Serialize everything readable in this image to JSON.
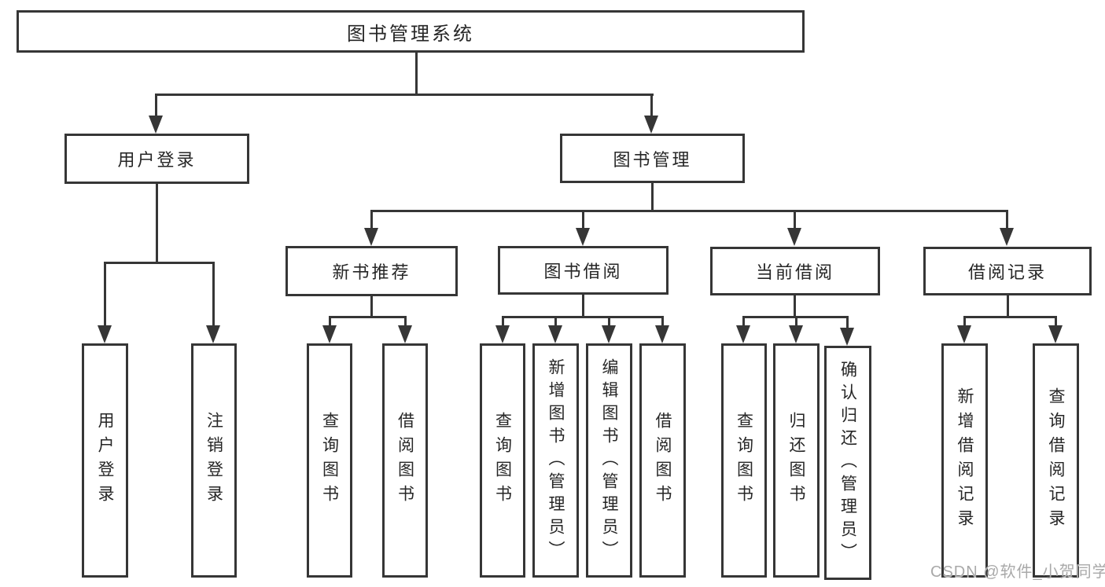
{
  "diagram": {
    "root": {
      "label": "图书管理系统"
    },
    "user_login": {
      "label": "用户登录",
      "children": [
        "用户登录",
        "注销登录"
      ]
    },
    "book_management": {
      "label": "图书管理",
      "sections": [
        {
          "label": "新书推荐",
          "children": [
            "查询图书",
            "借阅图书"
          ]
        },
        {
          "label": "图书借阅",
          "children": [
            "查询图书",
            "新增图书（管理员）",
            "编辑图书（管理员）",
            "借阅图书"
          ]
        },
        {
          "label": "当前借阅",
          "children": [
            "查询图书",
            "归还图书",
            "确认归还（管理员）"
          ]
        },
        {
          "label": "借阅记录",
          "children": [
            "新增借阅记录",
            "查询借阅记录"
          ]
        }
      ]
    }
  },
  "watermark": {
    "text": "CSDN @软件_小贺同学"
  },
  "colors": {
    "line": "#363636",
    "text": "#262626",
    "background": "#ffffff",
    "watermark": "#a9a9a9"
  }
}
